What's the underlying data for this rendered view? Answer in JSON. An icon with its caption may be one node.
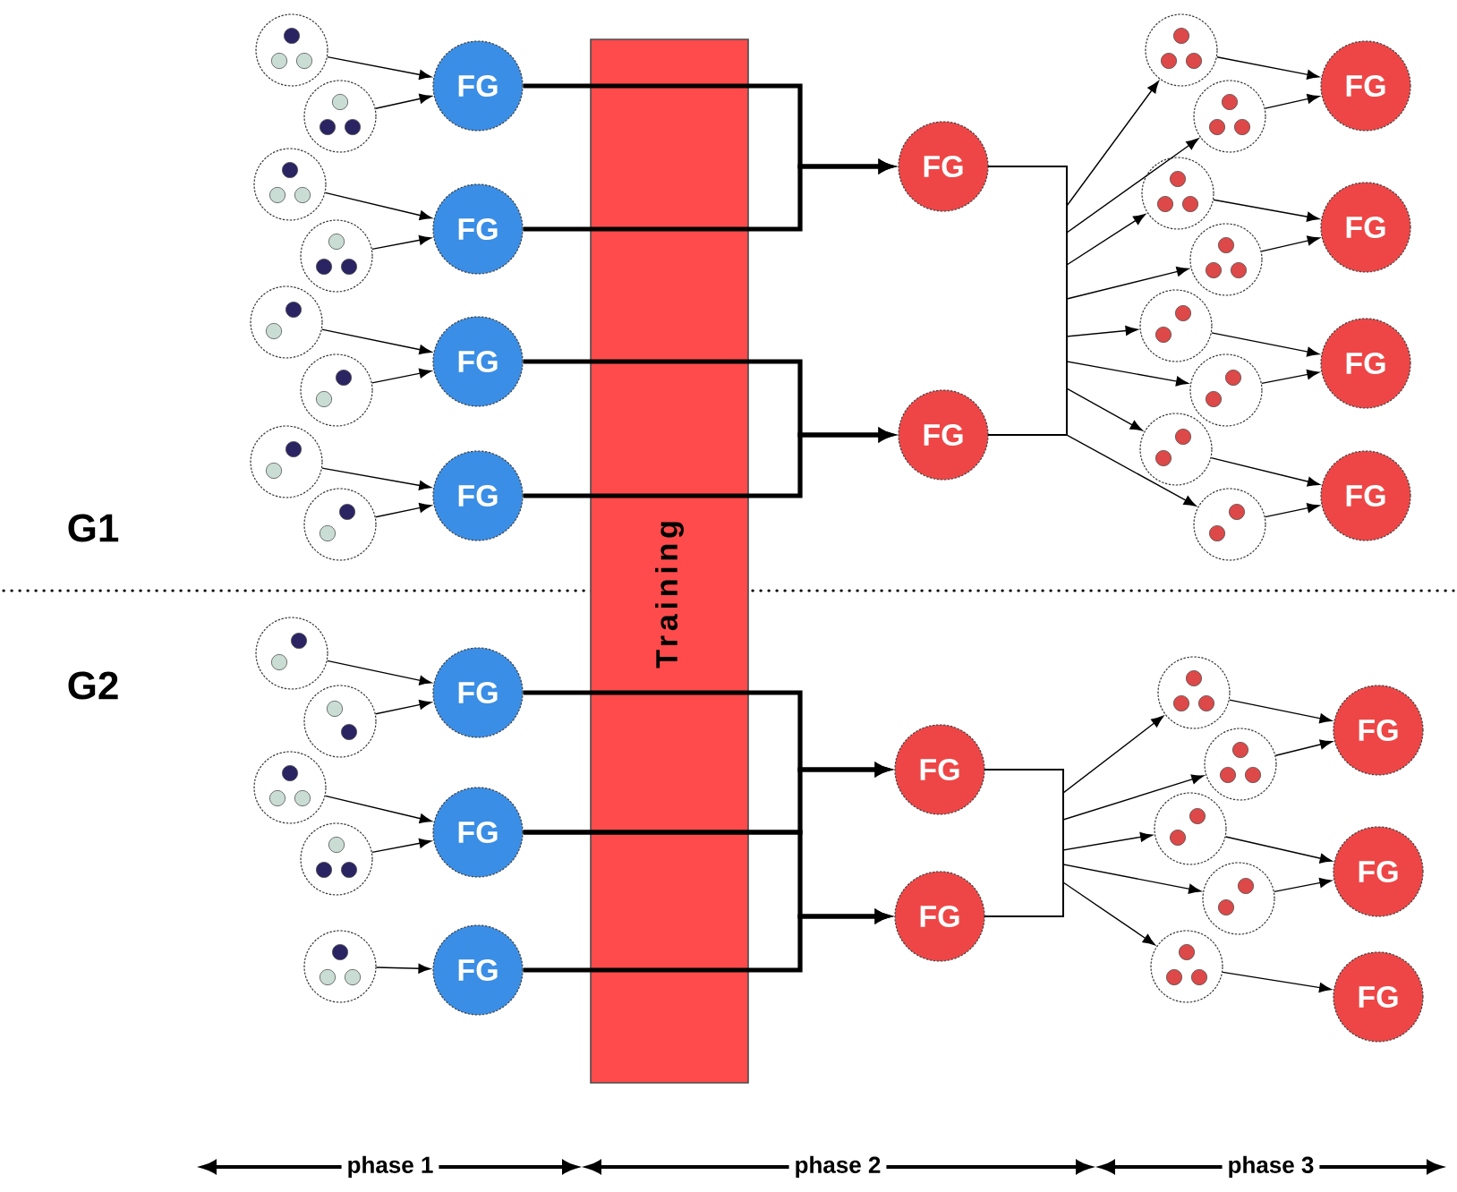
{
  "diagram": {
    "nodes": [
      {
        "text": [],
        "shape": "circle"
      },
      {
        "text": [],
        "shape": "circle"
      },
      {
        "text": [],
        "shape": "circle"
      },
      {
        "text": [],
        "shape": "circle"
      },
      {
        "text": [],
        "shape": "circle"
      },
      {
        "text": [],
        "shape": "circle"
      },
      {
        "text": [],
        "shape": "circle"
      },
      {
        "text": [],
        "shape": "circle"
      },
      {
        "text": [
          "FG"
        ]
      },
      {
        "text": [
          "FG"
        ]
      },
      {
        "text": [
          "FG"
        ]
      },
      {
        "text": [
          "FG"
        ]
      },
      {
        "text": [
          "FG"
        ]
      },
      {
        "text": [
          "FG"
        ]
      },
      {
        "text": [],
        "shape": "circle"
      },
      {
        "text": [],
        "shape": "circle"
      },
      {
        "text": [],
        "shape": "circle"
      },
      {
        "text": [],
        "shape": "circle"
      },
      {
        "text": [],
        "shape": "circle"
      },
      {
        "text": [],
        "shape": "circle"
      },
      {
        "text": [],
        "shape": "circle"
      },
      {
        "text": [],
        "shape": "circle"
      },
      {
        "text": [
          "FG"
        ]
      },
      {
        "text": [
          "FG"
        ]
      },
      {
        "text": [
          "FG"
        ]
      },
      {
        "text": [
          "FG"
        ]
      },
      {
        "text": [],
        "shape": "circle"
      },
      {
        "text": [],
        "shape": "circle"
      },
      {
        "text": [],
        "shape": "circle"
      },
      {
        "text": [],
        "shape": "circle"
      },
      {
        "text": [],
        "shape": "circle"
      },
      {
        "text": [
          "FG"
        ]
      },
      {
        "text": [
          "FG"
        ]
      },
      {
        "text": [
          "FG"
        ]
      },
      {
        "text": [
          "FG"
        ]
      },
      {
        "text": [
          "FG"
        ]
      },
      {
        "text": [],
        "shape": "circle"
      },
      {
        "text": [],
        "shape": "circle"
      },
      {
        "text": [],
        "shape": "circle"
      },
      {
        "text": [],
        "shape": "circle"
      },
      {
        "text": [],
        "shape": "circle"
      },
      {
        "text": [
          "FG"
        ]
      },
      {
        "text": [
          "FG"
        ]
      },
      {
        "text": [
          "FG"
        ]
      }
    ],
    "edges": [
      {
        "from": 0,
        "to": 8,
        "arrow": "to"
      },
      {
        "from": 1,
        "to": 8,
        "arrow": "to"
      },
      {
        "from": 2,
        "to": 9,
        "arrow": "to"
      },
      {
        "from": 3,
        "to": 9,
        "arrow": "to"
      },
      {
        "from": 4,
        "to": 10,
        "arrow": "to"
      },
      {
        "from": 5,
        "to": 10,
        "arrow": "to"
      },
      {
        "from": 6,
        "to": 11,
        "arrow": "to"
      },
      {
        "from": 7,
        "to": 11,
        "arrow": "to"
      },
      {
        "from": 8,
        "to": 12,
        "arrow": "to",
        "style": "thick"
      },
      {
        "from": 9,
        "to": 12,
        "arrow": "to",
        "style": "thick"
      },
      {
        "from": 10,
        "to": 13,
        "arrow": "to",
        "style": "thick"
      },
      {
        "from": 11,
        "to": 13,
        "arrow": "to",
        "style": "thick"
      },
      {
        "from": 12,
        "to": 14,
        "arrow": "to"
      },
      {
        "from": 12,
        "to": 15,
        "arrow": "to"
      },
      {
        "from": 12,
        "to": 16,
        "arrow": "to"
      },
      {
        "from": 12,
        "to": 17,
        "arrow": "to"
      },
      {
        "from": 12,
        "to": 18,
        "arrow": "to"
      },
      {
        "from": 12,
        "to": 19,
        "arrow": "to"
      },
      {
        "from": 12,
        "to": 20,
        "arrow": "to"
      },
      {
        "from": 12,
        "to": 21,
        "arrow": "to"
      },
      {
        "from": 13,
        "to": 14,
        "arrow": "to"
      },
      {
        "from": 13,
        "to": 15,
        "arrow": "to"
      },
      {
        "from": 13,
        "to": 16,
        "arrow": "to"
      },
      {
        "from": 13,
        "to": 17,
        "arrow": "to"
      },
      {
        "from": 13,
        "to": 18,
        "arrow": "to"
      },
      {
        "from": 13,
        "to": 19,
        "arrow": "to"
      },
      {
        "from": 13,
        "to": 20,
        "arrow": "to"
      },
      {
        "from": 13,
        "to": 21,
        "arrow": "to"
      },
      {
        "from": 14,
        "to": 22,
        "arrow": "to"
      },
      {
        "from": 15,
        "to": 22,
        "arrow": "to"
      },
      {
        "from": 16,
        "to": 23,
        "arrow": "to"
      },
      {
        "from": 17,
        "to": 23,
        "arrow": "to"
      },
      {
        "from": 18,
        "to": 24,
        "arrow": "to"
      },
      {
        "from": 19,
        "to": 24,
        "arrow": "to"
      },
      {
        "from": 20,
        "to": 25,
        "arrow": "to"
      },
      {
        "from": 21,
        "to": 25,
        "arrow": "to"
      },
      {
        "from": 26,
        "to": 31,
        "arrow": "to"
      },
      {
        "from": 27,
        "to": 31,
        "arrow": "to"
      },
      {
        "from": 28,
        "to": 32,
        "arrow": "to"
      },
      {
        "from": 29,
        "to": 32,
        "arrow": "to"
      },
      {
        "from": 30,
        "to": 33,
        "arrow": "to"
      },
      {
        "from": 31,
        "to": 34,
        "arrow": "to",
        "style": "thick"
      },
      {
        "from": 32,
        "to": 34,
        "arrow": "to",
        "style": "thick"
      },
      {
        "from": 32,
        "to": 35,
        "arrow": "to",
        "style": "thick"
      },
      {
        "from": 33,
        "to": 35,
        "arrow": "to",
        "style": "thick"
      },
      {
        "from": 34,
        "to": 36,
        "arrow": "to"
      },
      {
        "from": 34,
        "to": 37,
        "arrow": "to"
      },
      {
        "from": 34,
        "to": 38,
        "arrow": "to"
      },
      {
        "from": 34,
        "to": 39,
        "arrow": "to"
      },
      {
        "from": 34,
        "to": 40,
        "arrow": "to"
      },
      {
        "from": 35,
        "to": 36,
        "arrow": "to"
      },
      {
        "from": 35,
        "to": 37,
        "arrow": "to"
      },
      {
        "from": 35,
        "to": 38,
        "arrow": "to"
      },
      {
        "from": 35,
        "to": 39,
        "arrow": "to"
      },
      {
        "from": 35,
        "to": 40,
        "arrow": "to"
      },
      {
        "from": 36,
        "to": 41,
        "arrow": "to"
      },
      {
        "from": 37,
        "to": 41,
        "arrow": "to"
      },
      {
        "from": 38,
        "to": 42,
        "arrow": "to"
      },
      {
        "from": 39,
        "to": 42,
        "arrow": "to"
      },
      {
        "from": 40,
        "to": 43,
        "arrow": "to"
      }
    ],
    "labels": [
      "G1",
      "G2",
      "Training",
      "phase 1",
      "phase 2",
      "phase 3"
    ]
  }
}
